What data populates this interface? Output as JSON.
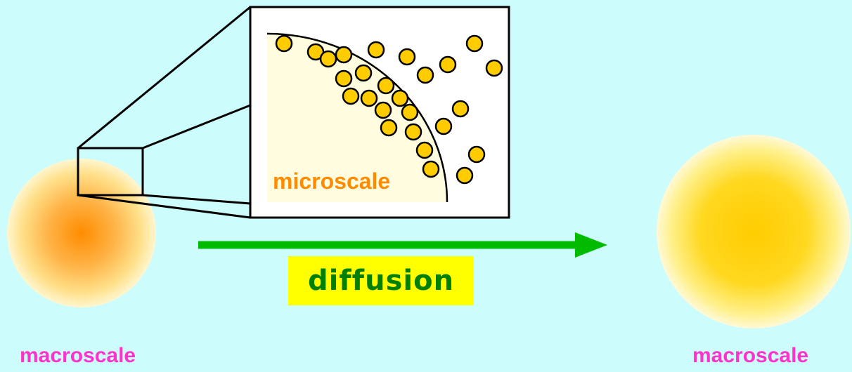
{
  "labels": {
    "macroscale_left": "macroscale",
    "macroscale_right": "macroscale",
    "microscale": "microscale",
    "diffusion": "diffusion"
  },
  "colors": {
    "background": "#ccfcfc",
    "macroscale_text": "#ff33cc",
    "microscale_text": "#ff8c00",
    "diffusion_text": "#008000",
    "diffusion_highlight": "#ffff00",
    "arrow": "#00bb00",
    "particle_fill": "#ffcc00",
    "particle_stroke": "#000000"
  }
}
